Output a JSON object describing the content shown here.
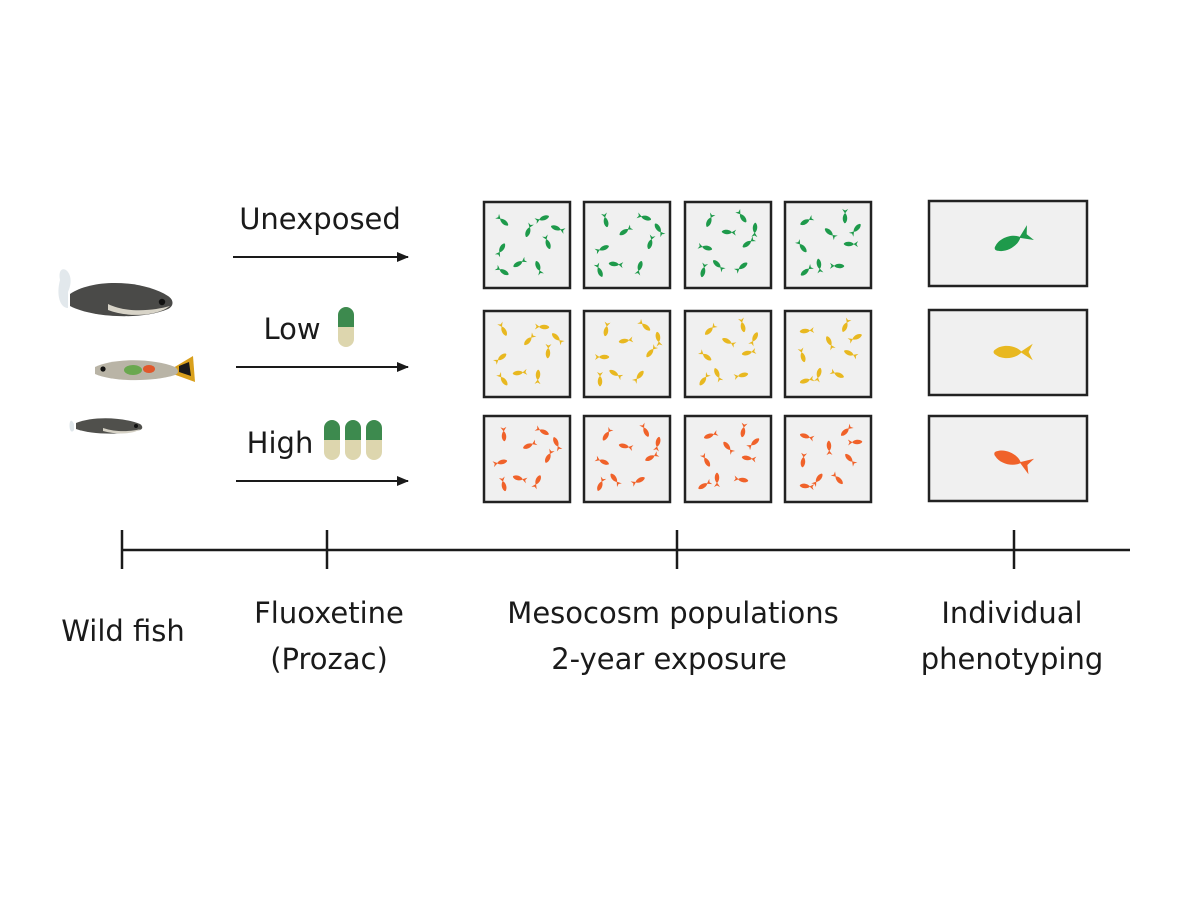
{
  "treatments": [
    {
      "label": "Unexposed",
      "pills": 0,
      "color": "#1e9a4b"
    },
    {
      "label": "Low",
      "pills": 1,
      "color": "#e8b820"
    },
    {
      "label": "High",
      "pills": 3,
      "color": "#f0622a"
    }
  ],
  "pill_colors": {
    "top": "#3d8a4e",
    "bottom": "#ddd6ae"
  },
  "timeline": {
    "stages": [
      {
        "lines": [
          "Wild fish"
        ]
      },
      {
        "lines": [
          "Fluoxetine",
          "(Prozac)"
        ]
      },
      {
        "lines": [
          "Mesocosm populations",
          "2-year exposure"
        ]
      },
      {
        "lines": [
          "Individual",
          "phenotyping"
        ]
      }
    ]
  },
  "mesocosm_tanks_per_treatment": 4
}
